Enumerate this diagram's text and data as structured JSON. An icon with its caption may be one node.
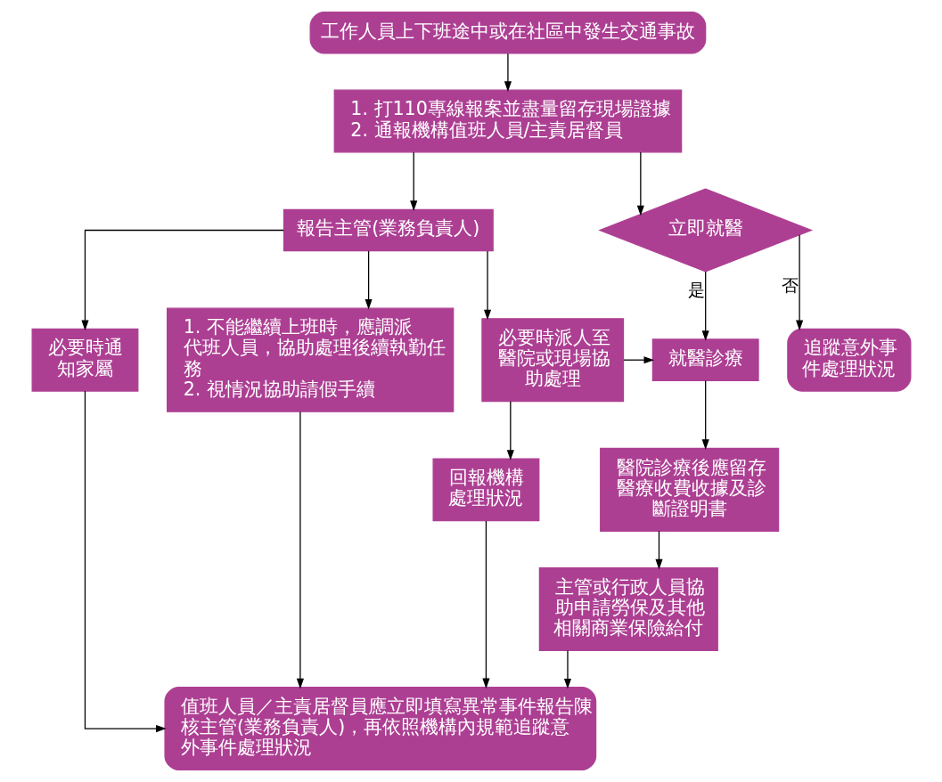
{
  "diagram": {
    "nodes": [
      {
        "text": [
          "工作人員上下班途中或在社區中發生交通事故"
        ]
      },
      {
        "text": [
          "1. 打110專線報案並盡量留存現場證據",
          "2. 通報機構值班人員/主責居督員"
        ]
      },
      {
        "text": [
          "報告主管(業務負責人)"
        ]
      },
      {
        "text": [
          "立即就醫"
        ]
      },
      {
        "text": [
          "必要時通知家屬"
        ]
      },
      {
        "text": [
          "1. 不能繼續上班時，應調派代班人員，協助處理後續執勤任務",
          "2. 視情況協助請假手續"
        ]
      },
      {
        "text": [
          "必要時派人至醫院或現場協助處理"
        ]
      },
      {
        "text": [
          "就醫診療"
        ]
      },
      {
        "text": [
          "追蹤意外事件處理狀況"
        ]
      },
      {
        "text": [
          "回報機構處理狀況"
        ]
      },
      {
        "text": [
          "醫院診療後應留存醫療收費收據及診斷證明書"
        ]
      },
      {
        "text": [
          "主管或行政人員協助申請勞保及其他相關商業保險給付"
        ]
      },
      {
        "text": [
          "值班人員／主責居督員應立即填寫異常事件報告陳核主管(業務負責人)，再依照機構內規範追蹤意外事件處理狀況"
        ]
      }
    ],
    "edges": [
      {
        "from": 0,
        "to": 1,
        "arrow": "to"
      },
      {
        "from": 1,
        "to": 2,
        "arrow": "to"
      },
      {
        "from": 1,
        "to": 3,
        "arrow": "to"
      },
      {
        "from": 3,
        "to": 8,
        "arrow": "to",
        "label": "否"
      },
      {
        "from": 3,
        "to": 7,
        "arrow": "to",
        "label": "是"
      },
      {
        "from": 2,
        "to": 4,
        "arrow": "to"
      },
      {
        "from": 2,
        "to": 5,
        "arrow": "to"
      },
      {
        "from": 2,
        "to": 6,
        "arrow": "to"
      },
      {
        "from": 6,
        "to": 7,
        "arrow": "to"
      },
      {
        "from": 6,
        "to": 9,
        "arrow": "to"
      },
      {
        "from": 7,
        "to": 10,
        "arrow": "to"
      },
      {
        "from": 10,
        "to": 11,
        "arrow": "to"
      },
      {
        "from": 11,
        "to": 12,
        "arrow": "to"
      },
      {
        "from": 4,
        "to": 12,
        "arrow": "to"
      },
      {
        "from": 5,
        "to": 12,
        "arrow": "to"
      },
      {
        "from": 9,
        "to": 12,
        "arrow": "to"
      }
    ]
  }
}
